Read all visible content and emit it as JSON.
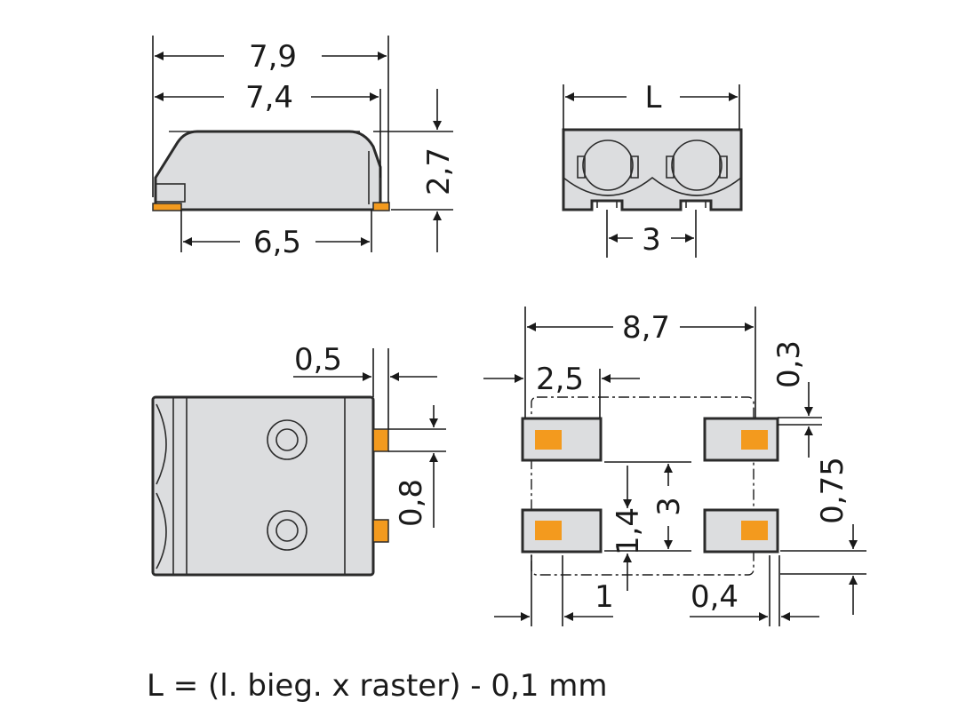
{
  "dimensions": {
    "side_total_width": "7,9",
    "side_body_width": "7,4",
    "side_height": "2,7",
    "side_pin_span": "6,5",
    "front_length": "L",
    "front_pitch": "3",
    "bottom_pin_offset": "0,5",
    "bottom_pin_width": "0,8",
    "pad_total_width": "8,7",
    "pad_length": "2,5",
    "pad_edge_top": "0,3",
    "pad_depth_b": "0,75",
    "pad_pitch": "3",
    "pad_depth": "1,4",
    "pad_offset_left": "1",
    "pad_offset_right": "0,4"
  },
  "footnote": "L = (l. bieg. x raster) - 0,1 mm",
  "colors": {
    "body": "#dcdddf",
    "pin": "#f39a1e",
    "outline": "#2b2b2b"
  }
}
